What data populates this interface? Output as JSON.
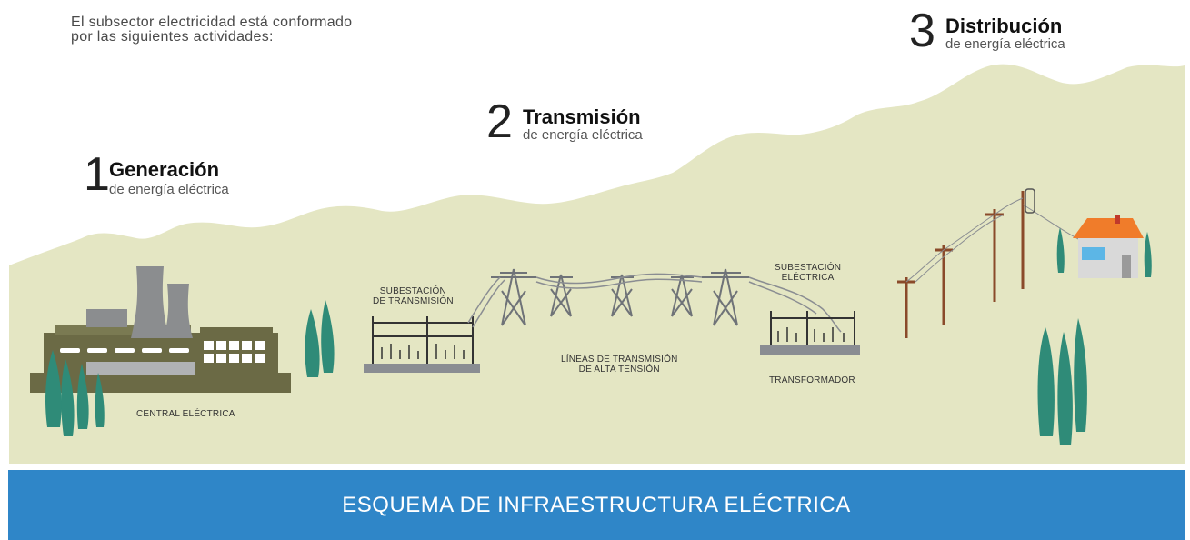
{
  "intro": {
    "line1": "El subsector electricidad está conformado",
    "line2": "por las siguientes actividades:"
  },
  "steps": [
    {
      "number": "1",
      "title": "Generación",
      "subtitle": "de energía eléctrica"
    },
    {
      "number": "2",
      "title": "Transmisión",
      "subtitle": "de energía eléctrica"
    },
    {
      "number": "3",
      "title": "Distribución",
      "subtitle": "de energía eléctrica"
    }
  ],
  "labels": {
    "power_plant": "CENTRAL ELÉCTRICA",
    "transmission_substation_1": "SUBESTACIÓN",
    "transmission_substation_2": "DE TRANSMISIÓN",
    "lines_1": "LÍNEAS DE TRANSMISIÓN",
    "lines_2": "DE ALTA TENSIÓN",
    "electric_substation_1": "SUBESTACIÓN",
    "electric_substation_2": "ELÉCTRICA",
    "transformer": "TRANSFORMADOR"
  },
  "banner": {
    "text": "ESQUEMA DE INFRAESTRUCTURA ELÉCTRICA"
  },
  "colors": {
    "land": "#e4e6c3",
    "plant": "#6b6a45",
    "tree": "#2f8b78",
    "steel": "#8a8d92",
    "pole": "#8a4a2a",
    "roof": "#f07c2a",
    "banner": "#2f86c8"
  }
}
